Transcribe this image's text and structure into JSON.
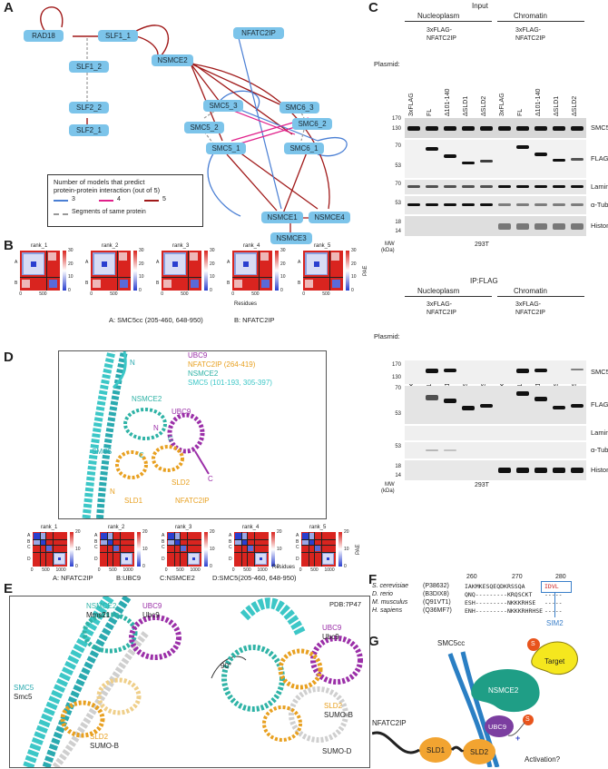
{
  "panels": {
    "a": "A",
    "b": "B",
    "c": "C",
    "d": "D",
    "e": "E",
    "f": "F",
    "g": "G"
  },
  "panel_a": {
    "nodes": {
      "rad18": "RAD18",
      "slf1_1": "SLF1_1",
      "slf1_2": "SLF1_2",
      "slf2_2": "SLF2_2",
      "slf2_1": "SLF2_1",
      "nsmce2": "NSMCE2",
      "nfatc2ip": "NFATC2IP",
      "smc5_3": "SMC5_3",
      "smc6_3": "SMC6_3",
      "smc5_2": "SMC5_2",
      "smc6_2": "SMC6_2",
      "smc5_1": "SMC5_1",
      "smc6_1": "SMC6_1",
      "nsmce1": "NSMCE1",
      "nsmce4": "NSMCE4",
      "nsmce3": "NSMCE3"
    },
    "legend": {
      "title1": "Number of models that predict",
      "title2": "protein-protein interaction (out of 5)",
      "v3": "3",
      "v4": "4",
      "v5": "5",
      "seg": "Segments of same protein",
      "colors": {
        "v3": "#4a7fd4",
        "v4": "#e0208a",
        "v5": "#a01919",
        "seg": "#999999"
      }
    }
  },
  "panel_b": {
    "ranks": [
      "rank_1",
      "rank_2",
      "rank_3",
      "rank_4",
      "rank_5"
    ],
    "axis": {
      "t0": "0",
      "t500": "500",
      "c30": "30",
      "c20": "20",
      "c10": "10",
      "c0": "0",
      "pae": "PAE",
      "res": "Residues",
      "a": "A",
      "b": "B"
    },
    "caption_a": "A: SMC5cc (205-460, 648-950)",
    "caption_b": "B: NFATC2IP"
  },
  "panel_c": {
    "top_title": "Input",
    "bottom_title": "IP:FLAG",
    "nucleoplasm": "Nucleoplasm",
    "chromatin": "Chromatin",
    "construct": "3xFLAG-",
    "construct2": "NFATC2IP",
    "plasmid": "Plasmid:",
    "lanes": [
      "3xFLAG",
      "FL",
      "Δ101-140",
      "ΔSLD1",
      "ΔSLD2",
      "3xFLAG",
      "FL",
      "Δ101-140",
      "ΔSLD1",
      "ΔSLD2"
    ],
    "top_rows": [
      "SMC5",
      "FLAG",
      "Lamin B1",
      "α-Tubulin",
      "Histone H3"
    ],
    "bottom_rows": [
      "SMC5",
      "FLAG",
      "Lamin B1",
      "α-Tubulin",
      "Histone H3"
    ],
    "mw_top": [
      "170",
      "130",
      "70",
      "53",
      "70",
      "53",
      "18",
      "14"
    ],
    "mw_bottom": [
      "170",
      "130",
      "70",
      "53",
      "53",
      "18",
      "14"
    ],
    "mw_unit": "MW",
    "kda": "(kDa)",
    "cell": "293T"
  },
  "panel_d": {
    "legend": [
      {
        "text": "UBC9",
        "color": "#9b2fa8"
      },
      {
        "text": "NFATC2IP (264-419)",
        "color": "#e8a020"
      },
      {
        "text": "NSMCE2",
        "color": "#2fb3a6"
      },
      {
        "text": "SMC5 (101-193, 305-397)",
        "color": "#3cc7c7"
      }
    ],
    "labels": {
      "n1": "N",
      "nsmce2": "NSMCE2",
      "ubc9": "UBC9",
      "n2": "N",
      "c1": "C",
      "smc5": "SMC5",
      "c2": "C",
      "c3": "C",
      "sld2": "SLD2",
      "n3": "N",
      "sld1": "SLD1",
      "nfatc2ip": "NFATC2IP"
    },
    "ranks": [
      "rank_1",
      "rank_2",
      "rank_3",
      "rank_4",
      "rank_5"
    ],
    "axis": {
      "t0": "0",
      "t500": "500",
      "t1000": "1000",
      "c20": "20",
      "c10": "10",
      "c0": "0",
      "pae": "PAE",
      "res": "Residues",
      "a": "A",
      "b": "B",
      "c": "C",
      "d": "D"
    },
    "caption": [
      "A: NFATC2IP",
      "B:UBC9",
      "C:NSMCE2",
      "D:SMC5(205-460, 648-950)"
    ]
  },
  "panel_e": {
    "left": {
      "nsmce2": "NSMCE2",
      "mms21": "Mms21",
      "ubc9": "UBC9",
      "ubc9y": "Ubc9",
      "smc5": "SMC5",
      "smc5y": "Smc5",
      "sld2": "SLD2",
      "sumob": "SUMO-B"
    },
    "rot": "90°",
    "right": {
      "pdb": "PDB:7P47",
      "ubc9": "UBC9",
      "ubc9y": "Ubc9",
      "sld2": "SLD2",
      "sumob": "SUMO-B",
      "sumod": "SUMO-D"
    }
  },
  "panel_f": {
    "ticks": [
      "260",
      "270",
      "280"
    ],
    "rows": [
      {
        "species": "S. cerevisiae",
        "id": "(P38632)",
        "seq": "IAKMKESQEQDKRSSQA",
        "motif": "IDVL"
      },
      {
        "species": "D. rerio",
        "id": "(B3DIX8)",
        "seq": "QNQ---------KRQSCKT",
        "motif": "-----"
      },
      {
        "species": "M. musculus",
        "id": "(Q91VT1)",
        "seq": "ESH---------NKKKRHSE",
        "motif": "-----"
      },
      {
        "species": "H. sapiens",
        "id": "(Q36MF7)",
        "seq": "ENH---------NKKKRHRHSE",
        "motif": "-----"
      }
    ],
    "sim": "SIM2"
  },
  "panel_g": {
    "smc5cc": "SMC5cc",
    "target": "Target",
    "s": "S",
    "nsmce2": "NSMCE2",
    "ubc9": "UBC9",
    "nfatc2ip": "NFATC2IP",
    "sld1": "SLD1",
    "sld2": "SLD2",
    "plus": "+",
    "activation": "Activation?"
  }
}
